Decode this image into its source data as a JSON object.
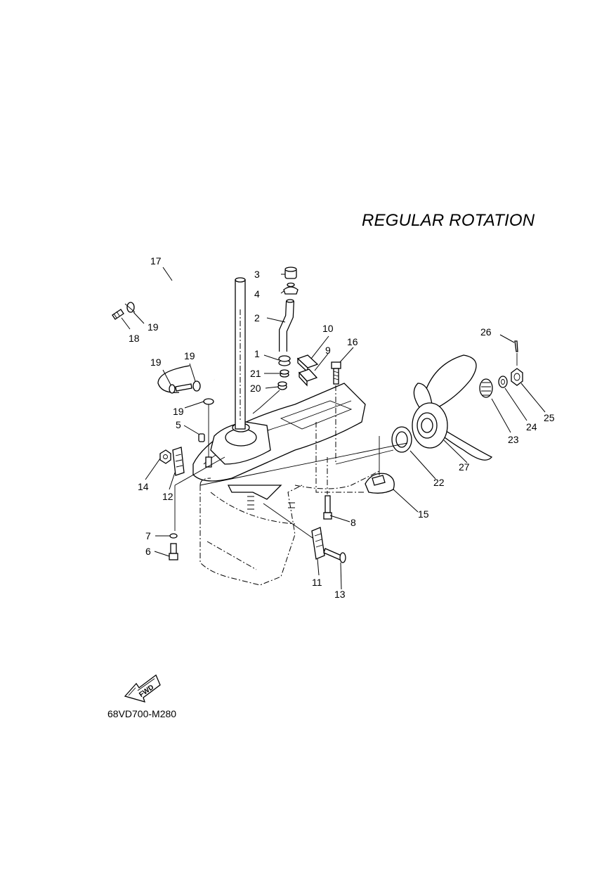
{
  "title": "REGULAR ROTATION",
  "diagram_code": "68VD700-M280",
  "fwd_symbol": {
    "text": "FWD",
    "icon": "fwd-arrow-icon"
  },
  "callouts": [
    "1",
    "2",
    "3",
    "4",
    "5",
    "6",
    "7",
    "8",
    "9",
    "10",
    "11",
    "12",
    "13",
    "14",
    "15",
    "16",
    "17",
    "18",
    "19",
    "19",
    "19",
    "20",
    "21",
    "22",
    "23",
    "24",
    "25",
    "26",
    "27"
  ]
}
